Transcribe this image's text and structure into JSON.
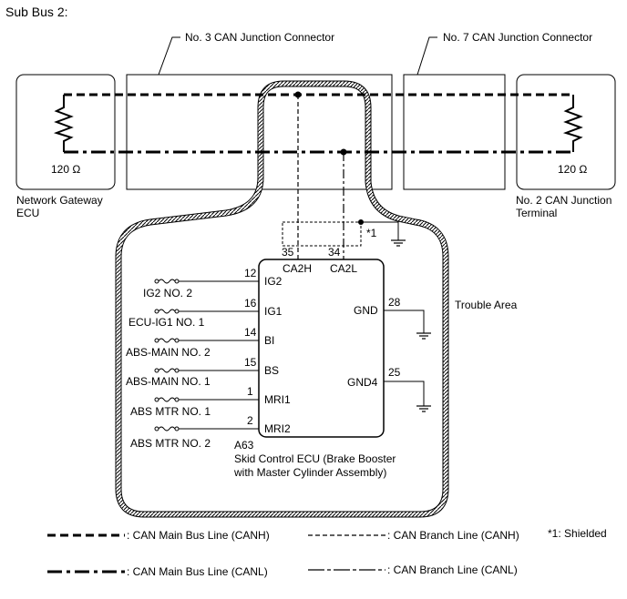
{
  "title": "Sub Bus 2:",
  "connectors": {
    "no3": "No. 3 CAN Junction Connector",
    "no7": "No. 7 CAN Junction Connector"
  },
  "gateway": {
    "resistor": "120 Ω",
    "label_line1": "Network Gateway",
    "label_line2": "ECU"
  },
  "terminal": {
    "resistor": "120 Ω",
    "label_line1": "No. 2 CAN Junction",
    "label_line2": "Terminal"
  },
  "shield_note": "*1",
  "trouble_area": "Trouble Area",
  "ecu": {
    "code": "A63",
    "name_line1": "Skid Control ECU (Brake Booster",
    "name_line2": "with Master Cylinder Assembly)",
    "top_pins": [
      {
        "num": "35",
        "name": "CA2H"
      },
      {
        "num": "34",
        "name": "CA2L"
      }
    ],
    "left_pins": [
      {
        "num": "12",
        "name": "IG2",
        "fuse": "IG2 NO. 2"
      },
      {
        "num": "16",
        "name": "IG1",
        "fuse": "ECU-IG1 NO. 1"
      },
      {
        "num": "14",
        "name": "BI",
        "fuse": "ABS-MAIN NO. 2"
      },
      {
        "num": "15",
        "name": "BS",
        "fuse": "ABS-MAIN NO. 1"
      },
      {
        "num": "1",
        "name": "MRI1",
        "fuse": "ABS MTR NO. 1"
      },
      {
        "num": "2",
        "name": "MRI2",
        "fuse": "ABS MTR NO. 2"
      }
    ],
    "right_pins": [
      {
        "num": "28",
        "name": "GND"
      },
      {
        "num": "25",
        "name": "GND4"
      }
    ]
  },
  "legend": {
    "main_canh": ": CAN Main Bus Line (CANH)",
    "main_canl": ": CAN Main Bus Line (CANL)",
    "branch_canh": ": CAN Branch Line (CANH)",
    "branch_canl": ": CAN Branch Line (CANL)",
    "shielded": "*1: Shielded"
  }
}
